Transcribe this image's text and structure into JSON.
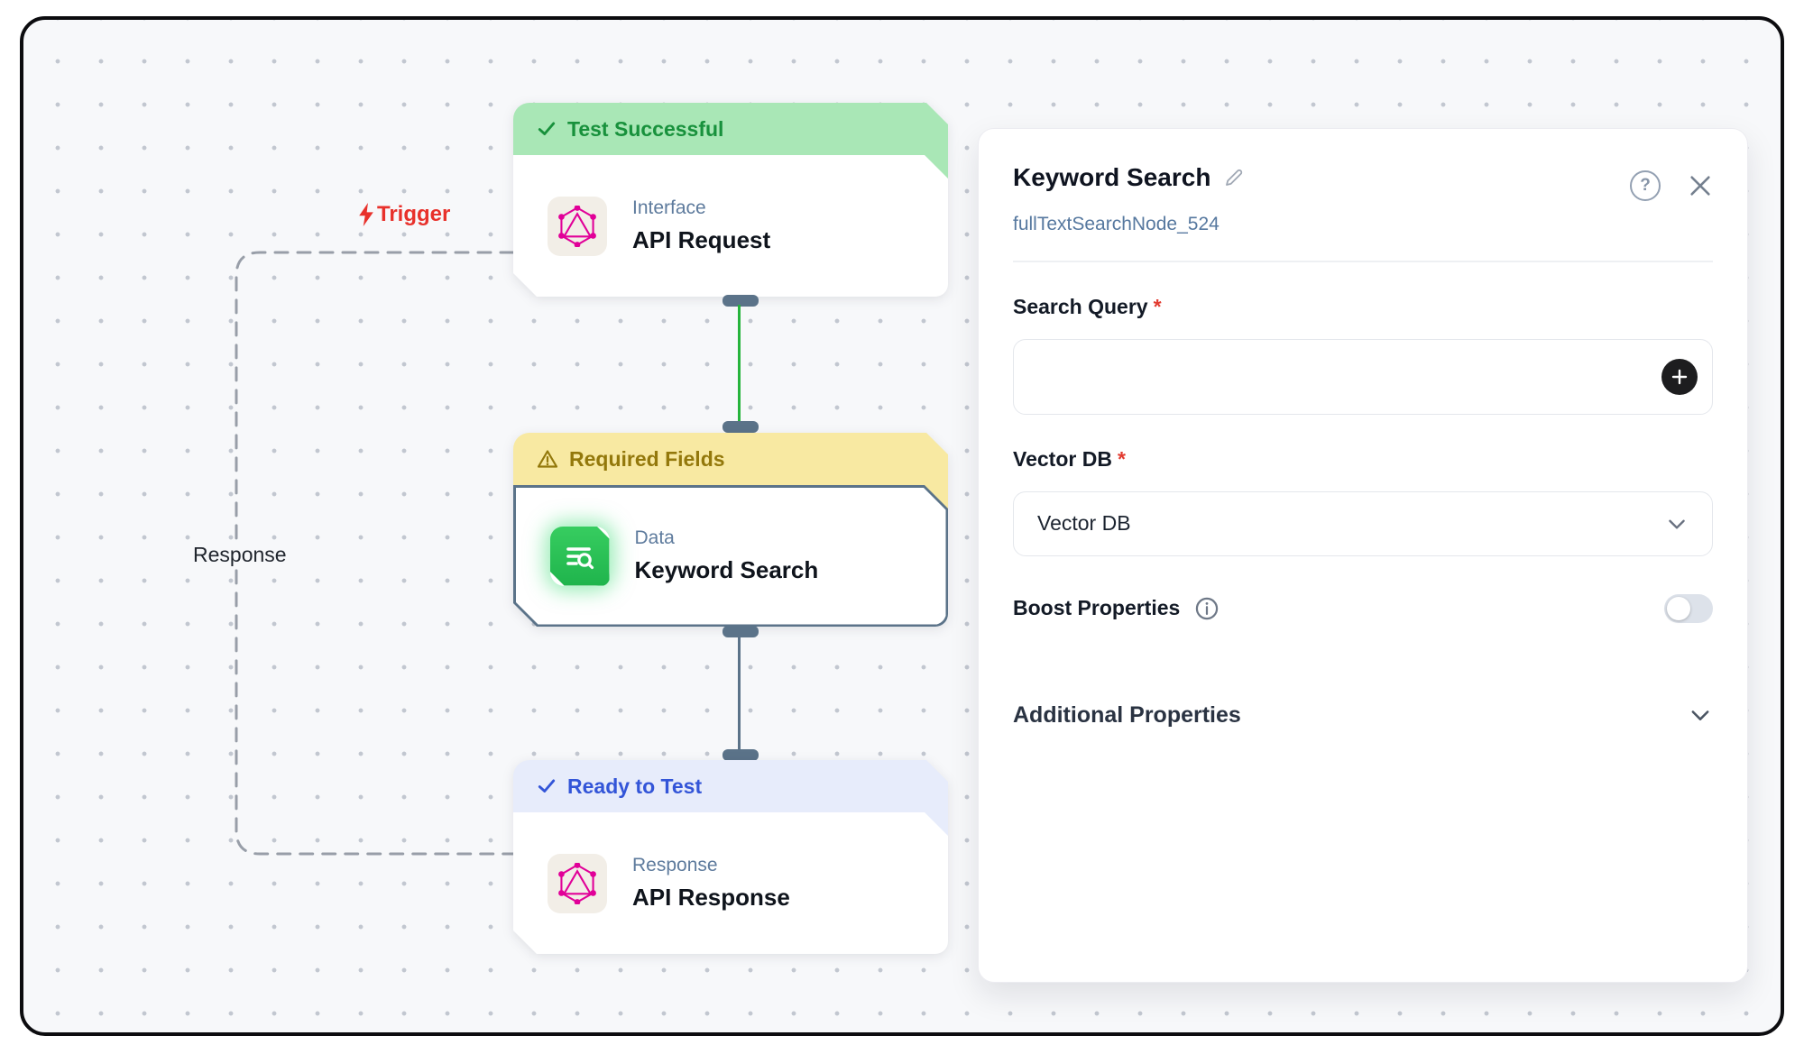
{
  "canvas": {
    "trigger_label": "Trigger",
    "response_label": "Response",
    "nodes": [
      {
        "status": "Test Successful",
        "status_type": "success",
        "category": "Interface",
        "title": "API Request",
        "icon": "graphql-icon"
      },
      {
        "status": "Required Fields",
        "status_type": "warning",
        "category": "Data",
        "title": "Keyword Search",
        "icon": "keyword-search-icon",
        "selected": true
      },
      {
        "status": "Ready to Test",
        "status_type": "info",
        "category": "Response",
        "title": "API Response",
        "icon": "graphql-icon"
      }
    ]
  },
  "panel": {
    "title": "Keyword Search",
    "node_id": "fullTextSearchNode_524",
    "required_mark": "*",
    "search_query": {
      "label": "Search Query",
      "required": true,
      "value": "",
      "placeholder": ""
    },
    "vector_db": {
      "label": "Vector DB",
      "required": true,
      "value": "Vector DB"
    },
    "boost_properties": {
      "label": "Boost Properties",
      "enabled": false
    },
    "additional_properties": {
      "label": "Additional Properties"
    }
  },
  "colors": {
    "success_text": "#18913c",
    "success_bg": "#a9e7b6",
    "warning_text": "#93780b",
    "warning_bg": "#f8e9a2",
    "info_text": "#3355d8",
    "info_bg": "#e7ecfb",
    "trigger_red": "#e8312b",
    "graphql_pink": "#e10098",
    "node_green": "#2bc256",
    "connector_green": "#26b43c",
    "connector_slate": "#5b7389"
  }
}
